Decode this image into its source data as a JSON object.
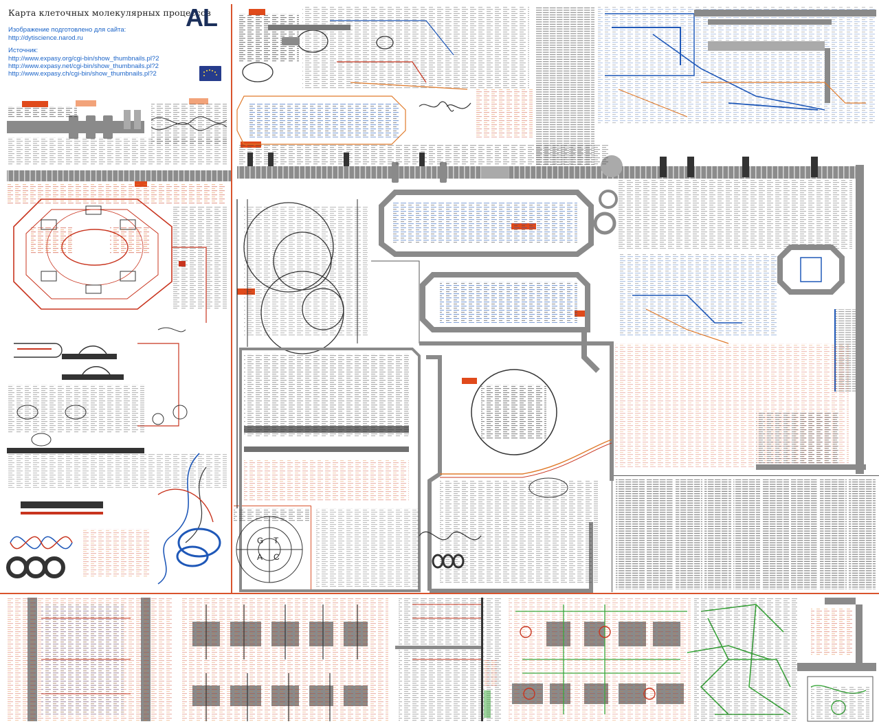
{
  "info_box": {
    "title": "Карта клеточных молекулярных процессов",
    "prepared_label": "Изображение подготовлено для сайта:",
    "prepared_site": "http://dytiscience.narod.ru",
    "source_label": "Источник:",
    "sources": [
      "http://www.expasy.org/cgi-bin/show_thumbnails.pl?2",
      "http://www.expasy.net/cgi-bin/show_thumbnails.pl?2",
      "http://www.expasy.ch/cgi-bin/show_thumbnails.pl?2"
    ],
    "logo_text": "AL"
  },
  "diagram": {
    "circle_letters": [
      "G",
      "T",
      "A",
      "C"
    ]
  },
  "colors": {
    "panel_rule": "#d9532c",
    "membrane_gray": "#8a8a8a",
    "pathway_red": "#c8341e",
    "pathway_blue": "#1f58b8",
    "pathway_orange": "#e07a2a",
    "pathway_green": "#39a83a",
    "tag_red": "#e04a1b",
    "info_blue": "#1b64c8"
  }
}
